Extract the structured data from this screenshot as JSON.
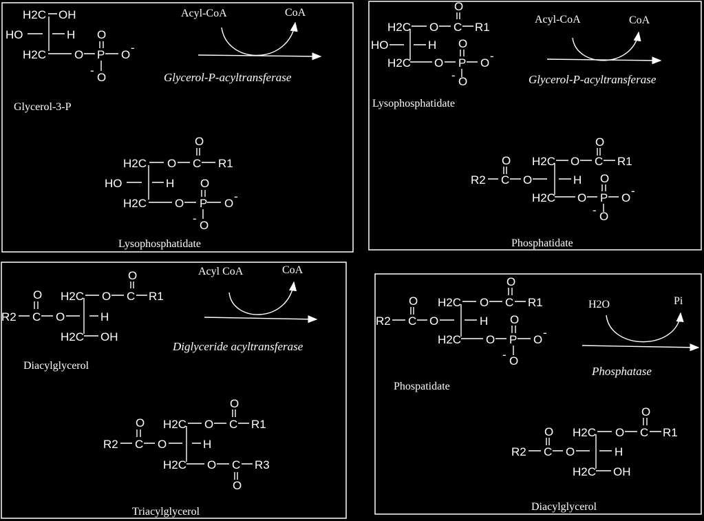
{
  "atoms": {
    "H2C": "H2C",
    "HO": "HO",
    "OH": "OH",
    "H": "H",
    "C": "C",
    "O": "O",
    "P": "P",
    "R1": "R1",
    "R2": "R2",
    "R3": "R3",
    "neg": "-"
  },
  "panel1": {
    "reagent_in": "Acyl-CoA",
    "reagent_out": "CoA",
    "enzyme": "Glycerol-P-acyltransferase",
    "substrate": "Glycerol-3-P",
    "product": "Lysophosphatidate"
  },
  "panel2": {
    "reagent_in": "Acyl-CoA",
    "reagent_out": "CoA",
    "enzyme": "Glycerol-P-acyltransferase",
    "substrate": "Lysophosphatidate",
    "product": "Phosphatidate"
  },
  "panel3": {
    "reagent_in": "Acyl CoA",
    "reagent_out": "CoA",
    "enzyme": "Diglyceride acyltransferase",
    "substrate": "Diacylglycerol",
    "product": "Triacylglycerol"
  },
  "panel4": {
    "reagent_in": "H2O",
    "reagent_out": "Pi",
    "enzyme": "Phosphatase",
    "substrate": "Phospatidate",
    "product": "Diacylglycerol"
  }
}
